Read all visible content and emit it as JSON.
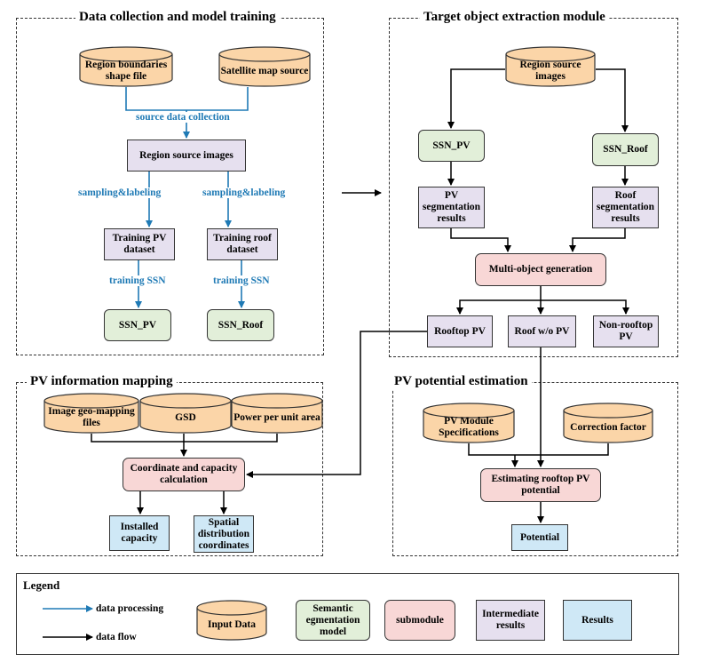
{
  "panels": {
    "data_collection": "Data collection and model training",
    "target_extraction": "Target object extraction module",
    "pv_mapping": "PV information mapping",
    "pv_potential": "PV potential estimation"
  },
  "data_collection": {
    "region_boundaries": "Region boundaries shape file",
    "satellite_map": "Satellite map source",
    "source_data_collection": "source data collection",
    "region_source_images": "Region source images",
    "sampling_labeling_1": "sampling&labeling",
    "sampling_labeling_2": "sampling&labeling",
    "training_pv_dataset": "Training PV dataset",
    "training_roof_dataset": "Training roof dataset",
    "training_ssn_1": "training SSN",
    "training_ssn_2": "training SSN",
    "ssn_pv": "SSN_PV",
    "ssn_roof": "SSN_Roof"
  },
  "target_extraction": {
    "region_source_images": "Region source images",
    "ssn_pv": "SSN_PV",
    "ssn_roof": "SSN_Roof",
    "pv_segmentation": "PV segmentation results",
    "roof_segmentation": "Roof segmentation results",
    "multi_object": "Multi-object generation",
    "rooftop_pv": "Rooftop PV",
    "roof_wo_pv": "Roof w/o PV",
    "non_rooftop_pv": "Non-rooftop PV"
  },
  "pv_mapping": {
    "geo_mapping": "Image geo-mapping files",
    "gsd": "GSD",
    "power_per_unit": "Power per unit area",
    "coordinate_capacity": "Coordinate and capacity calculation",
    "installed_capacity": "Installed capacity",
    "spatial_distribution": "Spatial distribution coordinates"
  },
  "pv_potential": {
    "pv_module_specs": "PV Module Specifications",
    "correction_factor": "Correction factor",
    "estimating_potential": "Estimating rooftop PV potential",
    "potential": "Potential"
  },
  "legend": {
    "title": "Legend",
    "data_processing": "data processing",
    "data_flow": "data flow",
    "input_data": "Input Data",
    "semantic_model": "Semantic egmentation model",
    "submodule": "submodule",
    "intermediate": "Intermediate results",
    "results": "Results"
  },
  "colors": {
    "input": "#fbd5a8",
    "model": "#e2efd9",
    "submodule": "#f8d7d6",
    "intermediate": "#e6e0ef",
    "results": "#cfe8f6",
    "processing_arrow": "#1f7ab5",
    "flow_arrow": "#000000"
  }
}
